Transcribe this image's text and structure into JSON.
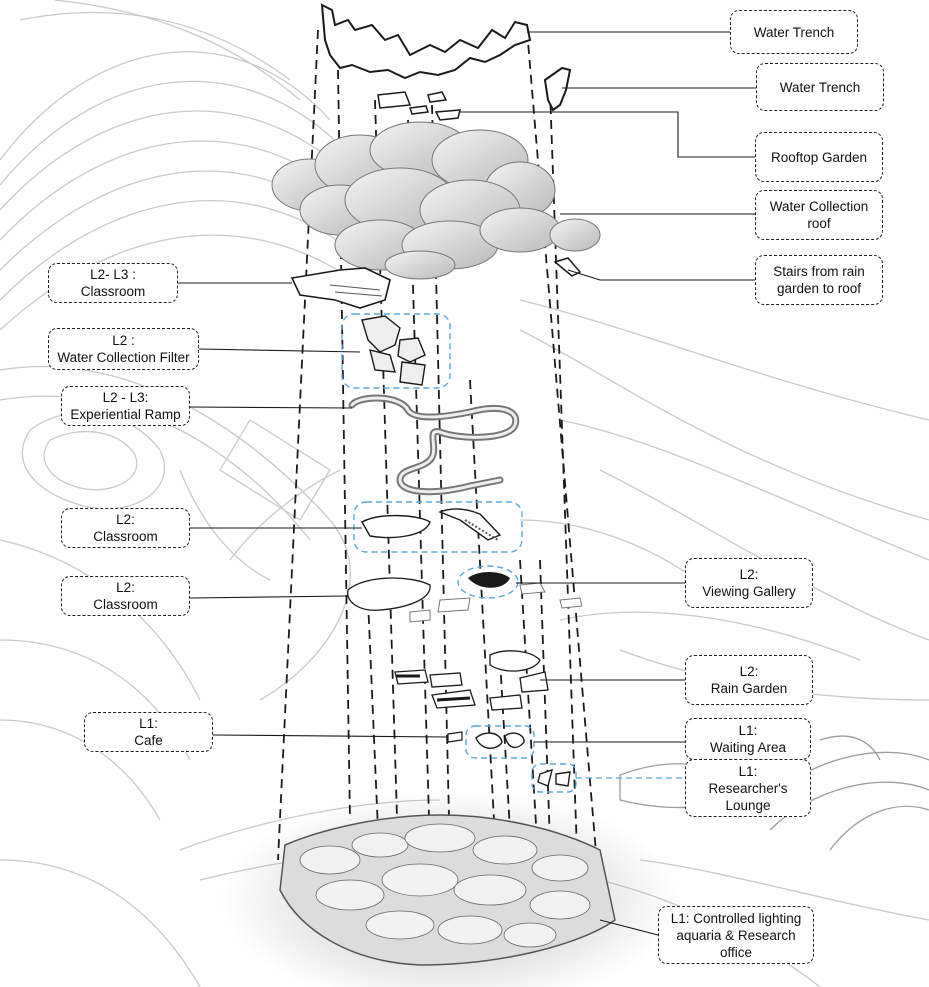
{
  "diagram": {
    "labels": [
      {
        "id": "water-trench-1",
        "lines": [
          "Water Trench"
        ]
      },
      {
        "id": "water-trench-2",
        "lines": [
          "Water Trench"
        ]
      },
      {
        "id": "rooftop-garden",
        "lines": [
          "Rooftop Garden"
        ]
      },
      {
        "id": "water-collection-roof",
        "lines": [
          "Water Collection",
          "roof"
        ]
      },
      {
        "id": "stairs-rain-garden",
        "lines": [
          "Stairs from rain",
          "garden to roof"
        ]
      },
      {
        "id": "l2-l3-classroom",
        "lines": [
          "L2- L3 :",
          "Classroom"
        ]
      },
      {
        "id": "l2-water-collection-filter",
        "lines": [
          "L2 :",
          "Water Collection Filter"
        ]
      },
      {
        "id": "l2-l3-experiential-ramp",
        "lines": [
          "L2 - L3:",
          "Experiential Ramp"
        ]
      },
      {
        "id": "l2-classroom-a",
        "lines": [
          "L2:",
          "Classroom"
        ]
      },
      {
        "id": "l2-classroom-b",
        "lines": [
          "L2:",
          "Classroom"
        ]
      },
      {
        "id": "l2-viewing-gallery",
        "lines": [
          "L2:",
          "Viewing Gallery"
        ]
      },
      {
        "id": "l2-rain-garden",
        "lines": [
          "L2:",
          "Rain Garden"
        ]
      },
      {
        "id": "l1-cafe",
        "lines": [
          "L1:",
          "Cafe"
        ]
      },
      {
        "id": "l1-waiting-area",
        "lines": [
          "L1:",
          "Waiting Area"
        ]
      },
      {
        "id": "l1-researchers-lounge",
        "lines": [
          "L1:",
          "Researcher's",
          "Lounge"
        ]
      },
      {
        "id": "l1-controlled-lighting",
        "lines": [
          "L1: Controlled lighting",
          "aquaria & Research",
          "office"
        ]
      }
    ]
  }
}
